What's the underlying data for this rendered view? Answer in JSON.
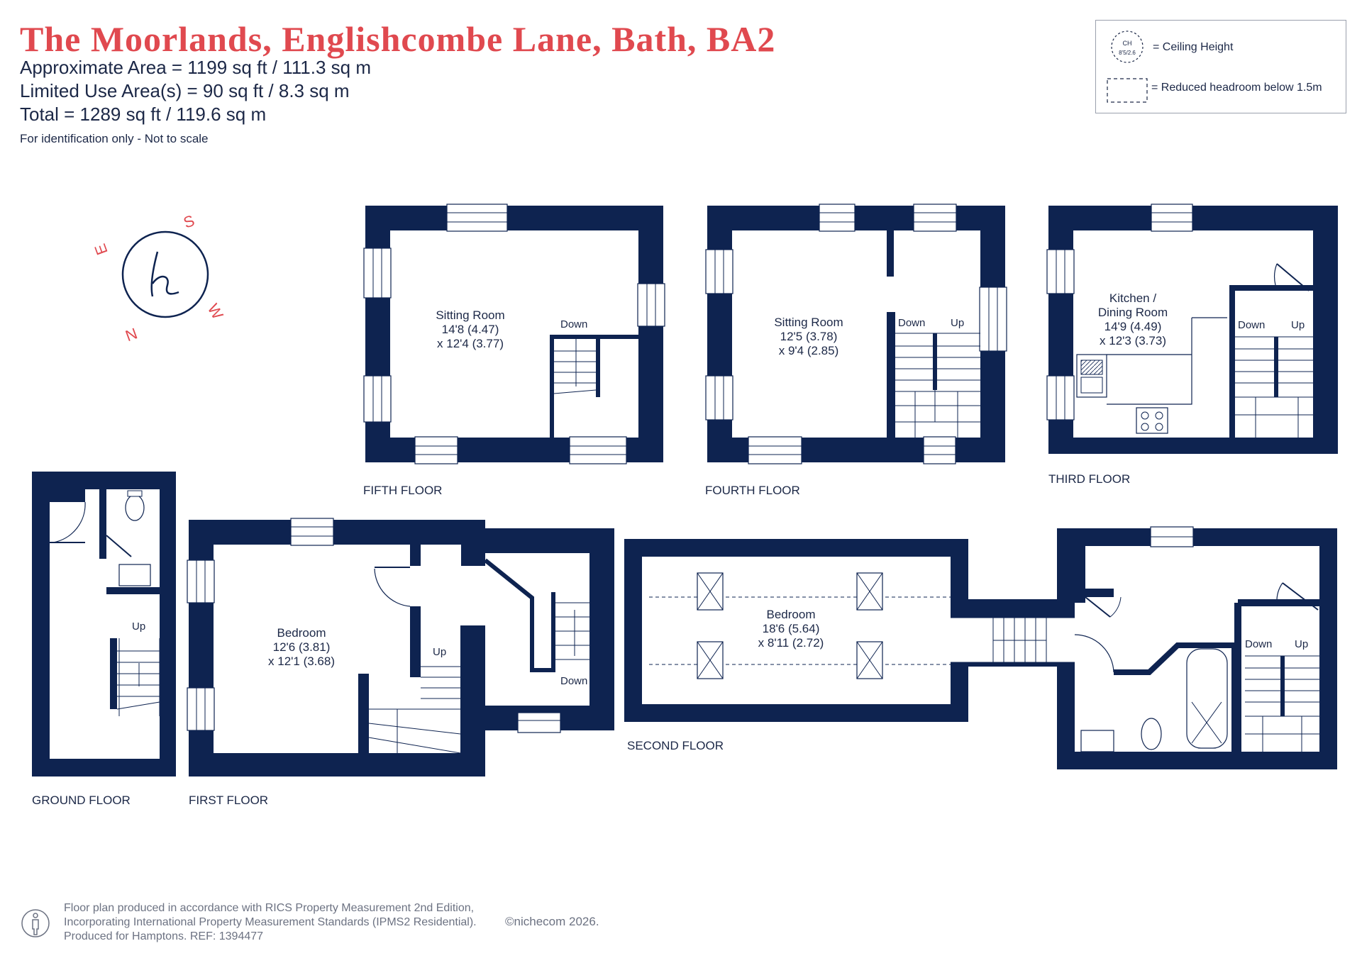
{
  "header": {
    "title": "The Moorlands, Englishcombe Lane, Bath, BA2",
    "approx_area": "Approximate Area = 1199 sq ft / 111.3 sq m",
    "limited_area": "Limited Use Area(s) = 90 sq ft / 8.3 sq m",
    "total_area": "Total = 1289 sq ft / 119.6 sq m",
    "note": "For identification only - Not to scale"
  },
  "legend": {
    "ceiling_symbol_top": "CH",
    "ceiling_symbol_bottom": "8'5/2.6",
    "ceiling_label": "= Ceiling Height",
    "reduced_label": "= Reduced headroom below 1.5m"
  },
  "compass": {
    "n": "N",
    "e": "E",
    "s": "S",
    "w": "W",
    "logo": "h"
  },
  "floors": {
    "fifth": {
      "label": "FIFTH FLOOR",
      "room_name": "Sitting Room",
      "room_dim1": "14'8 (4.47)",
      "room_dim2": "x 12'4 (3.77)",
      "stairs": "Down"
    },
    "fourth": {
      "label": "FOURTH FLOOR",
      "room_name": "Sitting Room",
      "room_dim1": "12'5 (3.78)",
      "room_dim2": "x 9'4 (2.85)",
      "stairs_down": "Down",
      "stairs_up": "Up"
    },
    "third": {
      "label": "THIRD FLOOR",
      "room_name_1": "Kitchen /",
      "room_name_2": "Dining Room",
      "room_dim1": "14'9 (4.49)",
      "room_dim2": "x 12'3 (3.73)",
      "stairs_down": "Down",
      "stairs_up": "Up"
    },
    "ground": {
      "label": "GROUND FLOOR",
      "stairs": "Up"
    },
    "first": {
      "label": "FIRST FLOOR",
      "room_name": "Bedroom",
      "room_dim1": "12'6 (3.81)",
      "room_dim2": "x 12'1 (3.68)",
      "stairs_up": "Up",
      "stairs_down": "Down"
    },
    "second": {
      "label": "SECOND FLOOR",
      "room_name": "Bedroom",
      "room_dim1": "18'6 (5.64)",
      "room_dim2": "x 8'11 (2.72)",
      "stairs_down": "Down",
      "stairs_up": "Up"
    }
  },
  "footer": {
    "line1": "Floor plan produced in accordance with RICS Property Measurement 2nd Edition,",
    "line2": "Incorporating International Property Measurement Standards (IPMS2 Residential).",
    "brand": "©nichecom 2026.",
    "line3": "Produced for Hamptons.  REF:  1394477"
  },
  "colors": {
    "wall": "#0e2350",
    "accent": "#e0494f",
    "text": "#1c2847",
    "muted": "#6c7282"
  }
}
